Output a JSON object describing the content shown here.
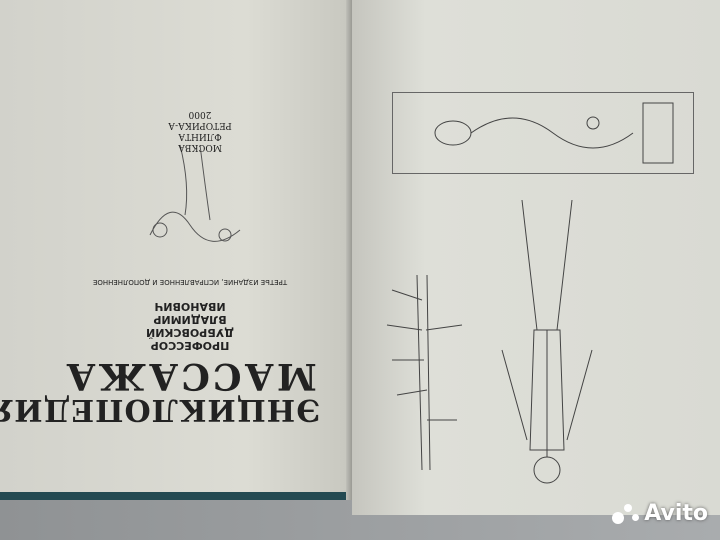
{
  "book": {
    "title_line1": "ЭНЦИКЛОПЕДИЯ",
    "title_line2": "МАССАЖА",
    "author": [
      "ПРОФЕССОР",
      "ДУБРОВСКИЙ",
      "ВЛАДИМИР",
      "ИВАНОВИЧ"
    ],
    "edition": "ТРЕТЬЕ ИЗДАНИЕ, ИСПРАВЛЕННОЕ И ДОПОЛНЕННОЕ",
    "publisher": [
      "МОСКВА",
      "ФЛИНТА",
      "РЕТОРИКА-А",
      "2000"
    ]
  },
  "watermark": "Avito"
}
